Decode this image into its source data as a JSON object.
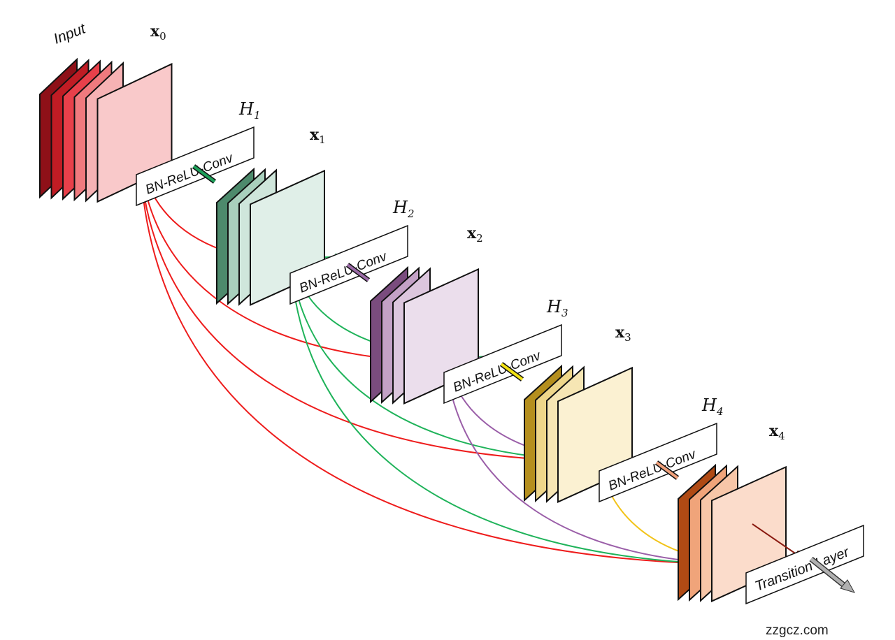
{
  "diagram": {
    "input_label": "Input",
    "stages": [
      {
        "feature_label": "x",
        "feature_sub": "0",
        "colors": [
          "#8e1018",
          "#c01c24",
          "#e8404a",
          "#f07a7e",
          "#f6b2b4",
          "#f9c9ca"
        ],
        "curve_color": "#ee1c1c"
      },
      {
        "feature_label": "x",
        "feature_sub": "1",
        "colors": [
          "#4d8a6c",
          "#a9d0bd",
          "#cfe6db",
          "#e0efe8"
        ],
        "curve_color": "#1fb35a"
      },
      {
        "feature_label": "x",
        "feature_sub": "2",
        "colors": [
          "#7a4c7e",
          "#c3a1c6",
          "#dcc6dd",
          "#ebdeec"
        ],
        "curve_color": "#9a5ea8"
      },
      {
        "feature_label": "x",
        "feature_sub": "3",
        "colors": [
          "#b58f1e",
          "#eed68a",
          "#f6e6b4",
          "#fbf1d2"
        ],
        "curve_color": "#f2c318"
      },
      {
        "feature_label": "x",
        "feature_sub": "4",
        "colors": [
          "#b04a14",
          "#f0a47a",
          "#f7c6a8",
          "#fbdccb"
        ],
        "curve_color": "#8a1a10"
      }
    ],
    "layers": [
      {
        "label": "H",
        "sub": "1",
        "box_text": "BN-ReLU-Conv",
        "arrow_color": "#1ea05a"
      },
      {
        "label": "H",
        "sub": "2",
        "box_text": "BN-ReLU-Conv",
        "arrow_color": "#9a6aa6"
      },
      {
        "label": "H",
        "sub": "3",
        "box_text": "BN-ReLU-Conv",
        "arrow_color": "#f2e214"
      },
      {
        "label": "H",
        "sub": "4",
        "box_text": "BN-ReLU-Conv",
        "arrow_color": "#f0a07a"
      }
    ],
    "transition_label": "Transition Layer",
    "output_arrow_color": "#b0b0b0"
  },
  "watermark": "zzgcz.com"
}
